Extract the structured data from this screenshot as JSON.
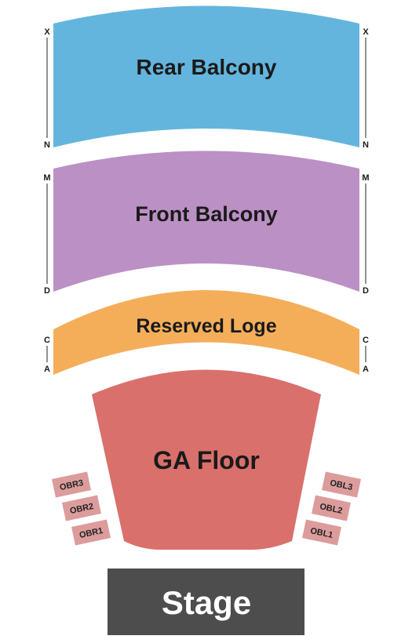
{
  "colors": {
    "rear_balcony": "#64b5dd",
    "front_balcony": "#bb90c4",
    "reserved_loge": "#f4ae5a",
    "ga_floor": "#d9706c",
    "box": "#dc9c9c",
    "stage": "#4d4d4d",
    "row_line": "#222222"
  },
  "sections": {
    "rear_balcony": {
      "label": "Rear Balcony",
      "row_top": "X",
      "row_bottom": "N"
    },
    "front_balcony": {
      "label": "Front Balcony",
      "row_top": "M",
      "row_bottom": "D"
    },
    "reserved_loge": {
      "label": "Reserved Loge",
      "row_top": "C",
      "row_bottom": "A"
    },
    "ga_floor": {
      "label": "GA Floor"
    }
  },
  "boxes": {
    "left": [
      "OBR3",
      "OBR2",
      "OBR1"
    ],
    "right": [
      "OBL3",
      "OBL2",
      "OBL1"
    ]
  },
  "stage": {
    "label": "Stage"
  }
}
